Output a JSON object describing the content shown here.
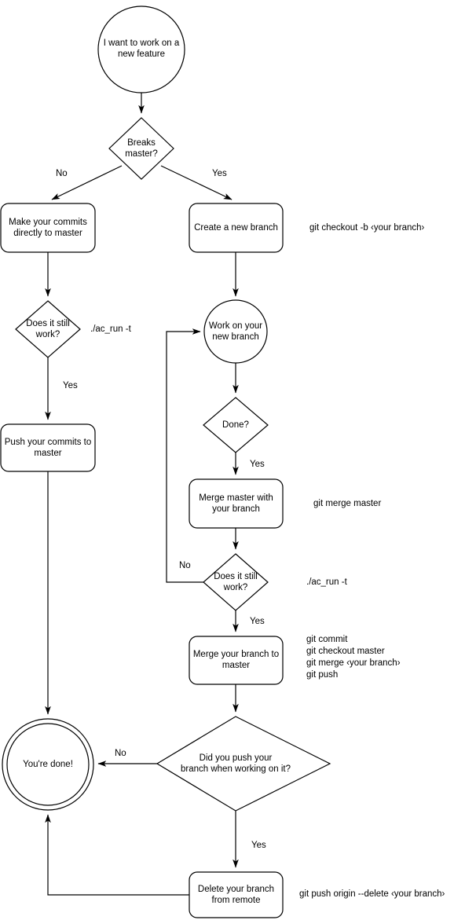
{
  "diagram": {
    "title": "Git feature branch workflow flowchart",
    "colors": {
      "stroke": "#000000",
      "fill": "#ffffff",
      "text": "#000000"
    },
    "nodes": {
      "start": "I want to work on a\nnew feature",
      "breaks_master": "Breaks\nmaster?",
      "make_commits_master": "Make your commits\ndirectly to master",
      "create_branch": "Create a new branch",
      "does_it_work_left": "Does it still\nwork?",
      "push_commits_master": "Push your commits to\nmaster",
      "work_on_branch": "Work on your\nnew branch",
      "done_q": "Done?",
      "merge_master_with_branch": "Merge master with\nyour branch",
      "does_it_work_right": "Does it still\nwork?",
      "merge_branch_to_master": "Merge your branch to\nmaster",
      "did_you_push": "Did you push your\nbranch when working on it?",
      "delete_branch": "Delete your branch\nfrom remote",
      "end": "You're done!"
    },
    "edge_labels": {
      "breaks_no": "No",
      "breaks_yes": "Yes",
      "left_work_yes": "Yes",
      "done_yes": "Yes",
      "right_work_no": "No",
      "right_work_yes": "Yes",
      "push_no": "No",
      "push_yes": "Yes"
    },
    "annotations": {
      "create_branch_cmd": "git checkout -b ‹your branch›",
      "left_test_cmd": "./ac_run -t",
      "merge_master_cmd": "git merge master",
      "right_test_cmd": "./ac_run -t",
      "merge_to_master_cmds": "git commit\ngit checkout master\ngit merge ‹your branch›\ngit push",
      "delete_branch_cmd": "git push origin --delete ‹your branch›"
    }
  }
}
